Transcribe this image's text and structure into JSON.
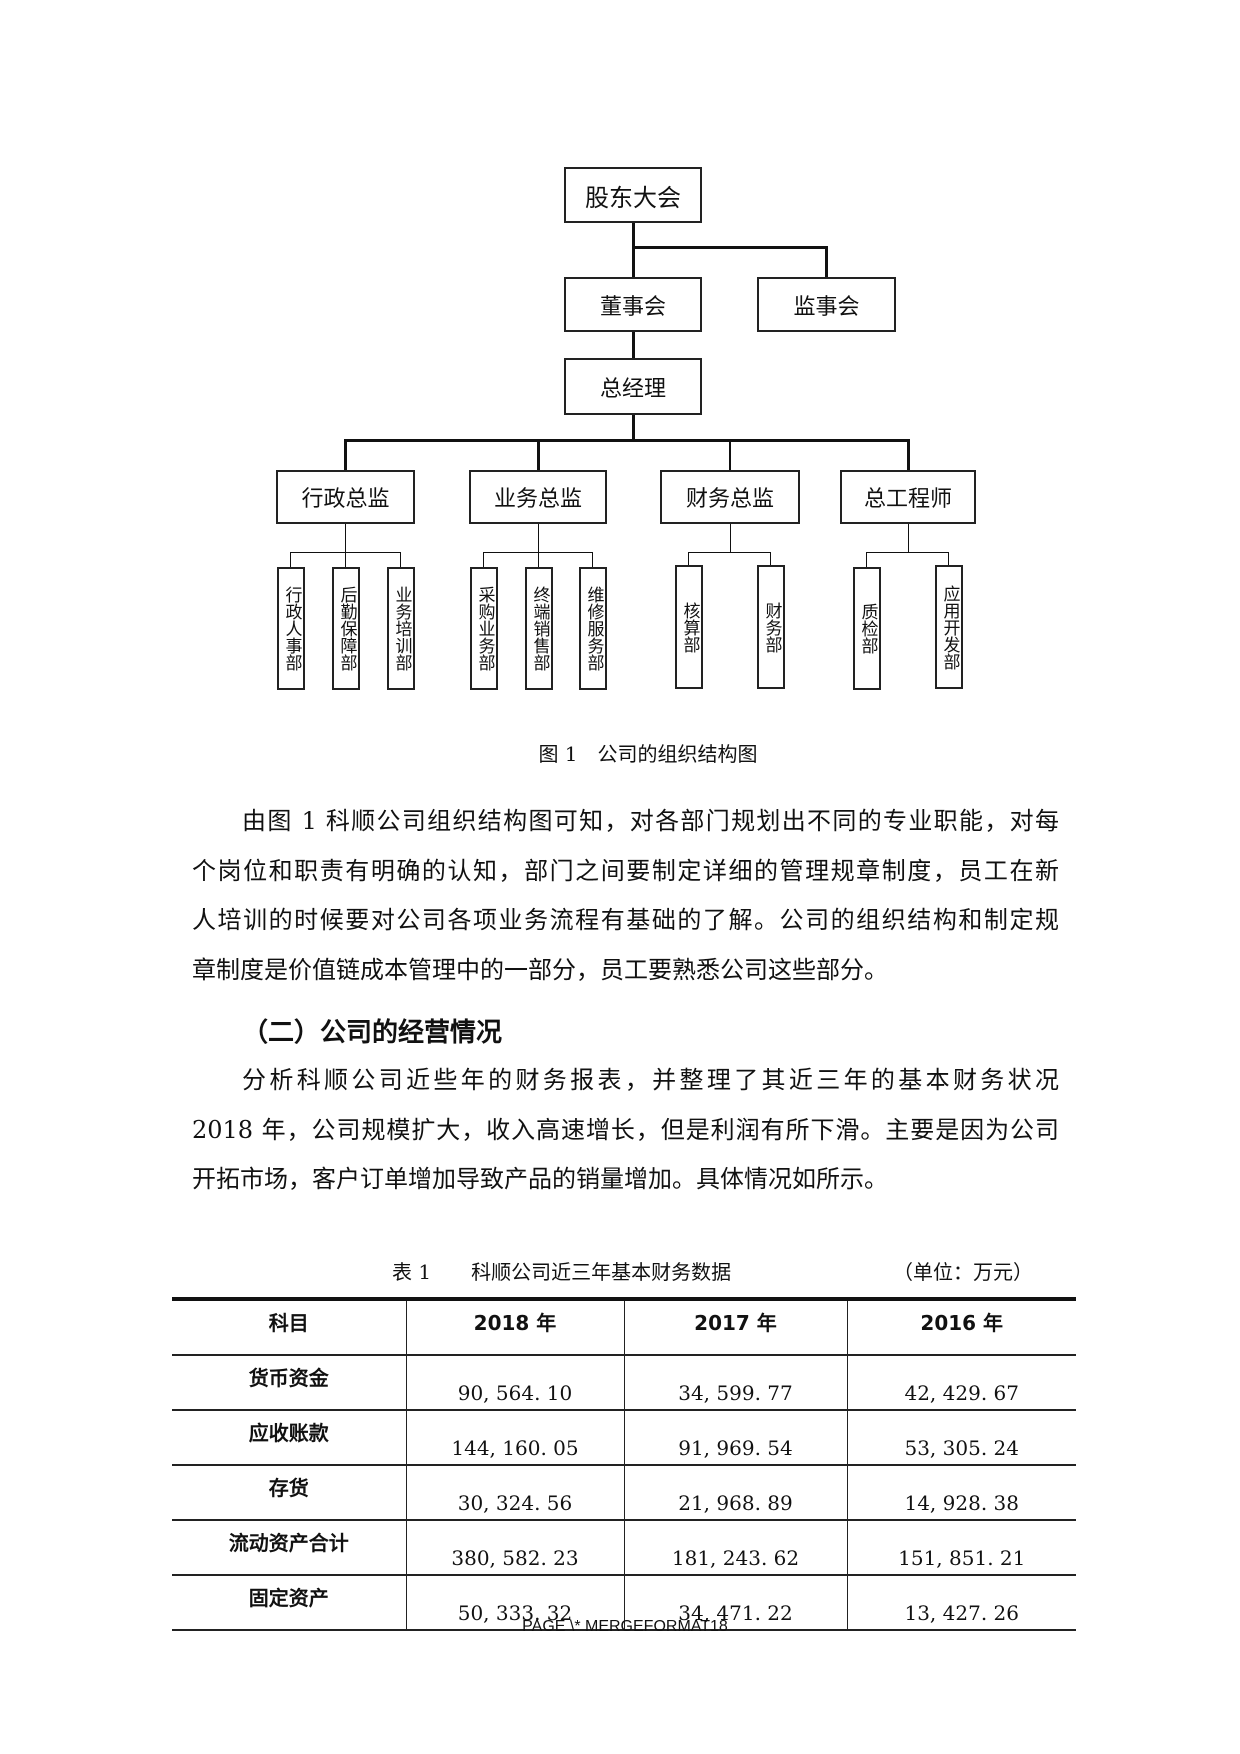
{
  "org_chart": {
    "top": "股东大会",
    "board": "董事会",
    "supervisors": "监事会",
    "gm": "总经理",
    "directors": [
      {
        "label": "行政总监",
        "depts": [
          "行政人事部",
          "后勤保障部",
          "业务培训部"
        ]
      },
      {
        "label": "业务总监",
        "depts": [
          "采购业务部",
          "终端销售部",
          "维修服务部"
        ]
      },
      {
        "label": "财务总监",
        "depts": [
          "核算部",
          "财务部"
        ]
      },
      {
        "label": "总工程师",
        "depts": [
          "质检部",
          "应用开发部"
        ]
      }
    ]
  },
  "figure_caption": "图 1　公司的组织结构图",
  "paragraph1": [
    "由图 1 科顺公司组织结构图可知，对各部门规划出不同的专业职能，对每",
    "个岗位和职责有明确的认知，部门之间要制定详细的管理规章制度，员工在新",
    "人培训的时候要对公司各项业务流程有基础的了解。公司的组织结构和制定规",
    "章制度是价值链成本管理中的一部分，员工要熟悉公司这些部分。"
  ],
  "heading": "（二）公司的经营情况",
  "paragraph2": [
    "分析科顺公司近些年的财务报表，并整理了其近三年的基本财务状况",
    "2018 年，公司规模扩大，收入高速增长，但是利润有所下滑。主要是因为公司",
    "开拓市场，客户订单增加导致产品的销量增加。具体情况如所示。"
  ],
  "table": {
    "caption": "表 1　　科顺公司近三年基本财务数据",
    "unit": "（单位：万元）",
    "headers": [
      "科目",
      "2018 年",
      "2017 年",
      "2016 年"
    ],
    "rows": [
      [
        "货币资金",
        "90, 564. 10",
        "34, 599. 77",
        "42, 429. 67"
      ],
      [
        "应收账款",
        "144, 160. 05",
        "91, 969. 54",
        "53, 305. 24"
      ],
      [
        "存货",
        "30, 324. 56",
        "21, 968. 89",
        "14, 928. 38"
      ],
      [
        "流动资产合计",
        "380, 582. 23",
        "181, 243. 62",
        "151, 851. 21"
      ],
      [
        "固定资产",
        "50, 333. 32",
        "34, 471. 22",
        "13, 427. 26"
      ]
    ]
  },
  "footer": "PAGE  \\* MERGEFORMAT18"
}
